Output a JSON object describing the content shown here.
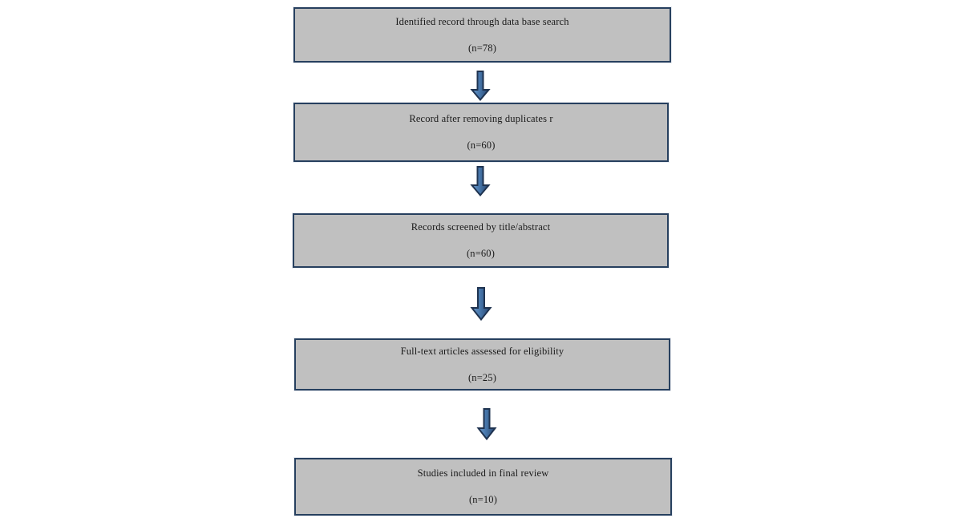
{
  "diagram": {
    "type": "prisma-flow-diagram",
    "orientation": "vertical",
    "colors": {
      "box_fill": "#c0c0c0",
      "box_border": "#27405f",
      "arrow_outline": "#1f3350",
      "arrow_fill_light": "#5b86b5",
      "arrow_fill_dark": "#2b4f7d",
      "text": "#1a1a1a",
      "background": "#ffffff"
    },
    "steps": [
      {
        "id": "identification",
        "title": "Identified record through data base search",
        "count_label": "(n=78)",
        "n": 78
      },
      {
        "id": "duplicates-removed",
        "title": "Record after removing duplicates r",
        "count_label": "(n=60)",
        "n": 60
      },
      {
        "id": "screening",
        "title": "Records screened by title/abstract",
        "count_label": "(n=60)",
        "n": 60
      },
      {
        "id": "eligibility",
        "title": "Full-text articles assessed for eligibility",
        "count_label": "(n=25)",
        "n": 25
      },
      {
        "id": "included",
        "title": "Studies included in final review",
        "count_label": "(n=10)",
        "n": 10
      }
    ],
    "connectors": [
      {
        "id": "arrow-1",
        "icon": "down-arrow-icon",
        "from": "identification",
        "to": "duplicates-removed"
      },
      {
        "id": "arrow-2",
        "icon": "down-arrow-icon",
        "from": "duplicates-removed",
        "to": "screening"
      },
      {
        "id": "arrow-3",
        "icon": "down-arrow-icon",
        "from": "screening",
        "to": "eligibility"
      },
      {
        "id": "arrow-4",
        "icon": "down-arrow-icon",
        "from": "eligibility",
        "to": "included"
      }
    ]
  }
}
